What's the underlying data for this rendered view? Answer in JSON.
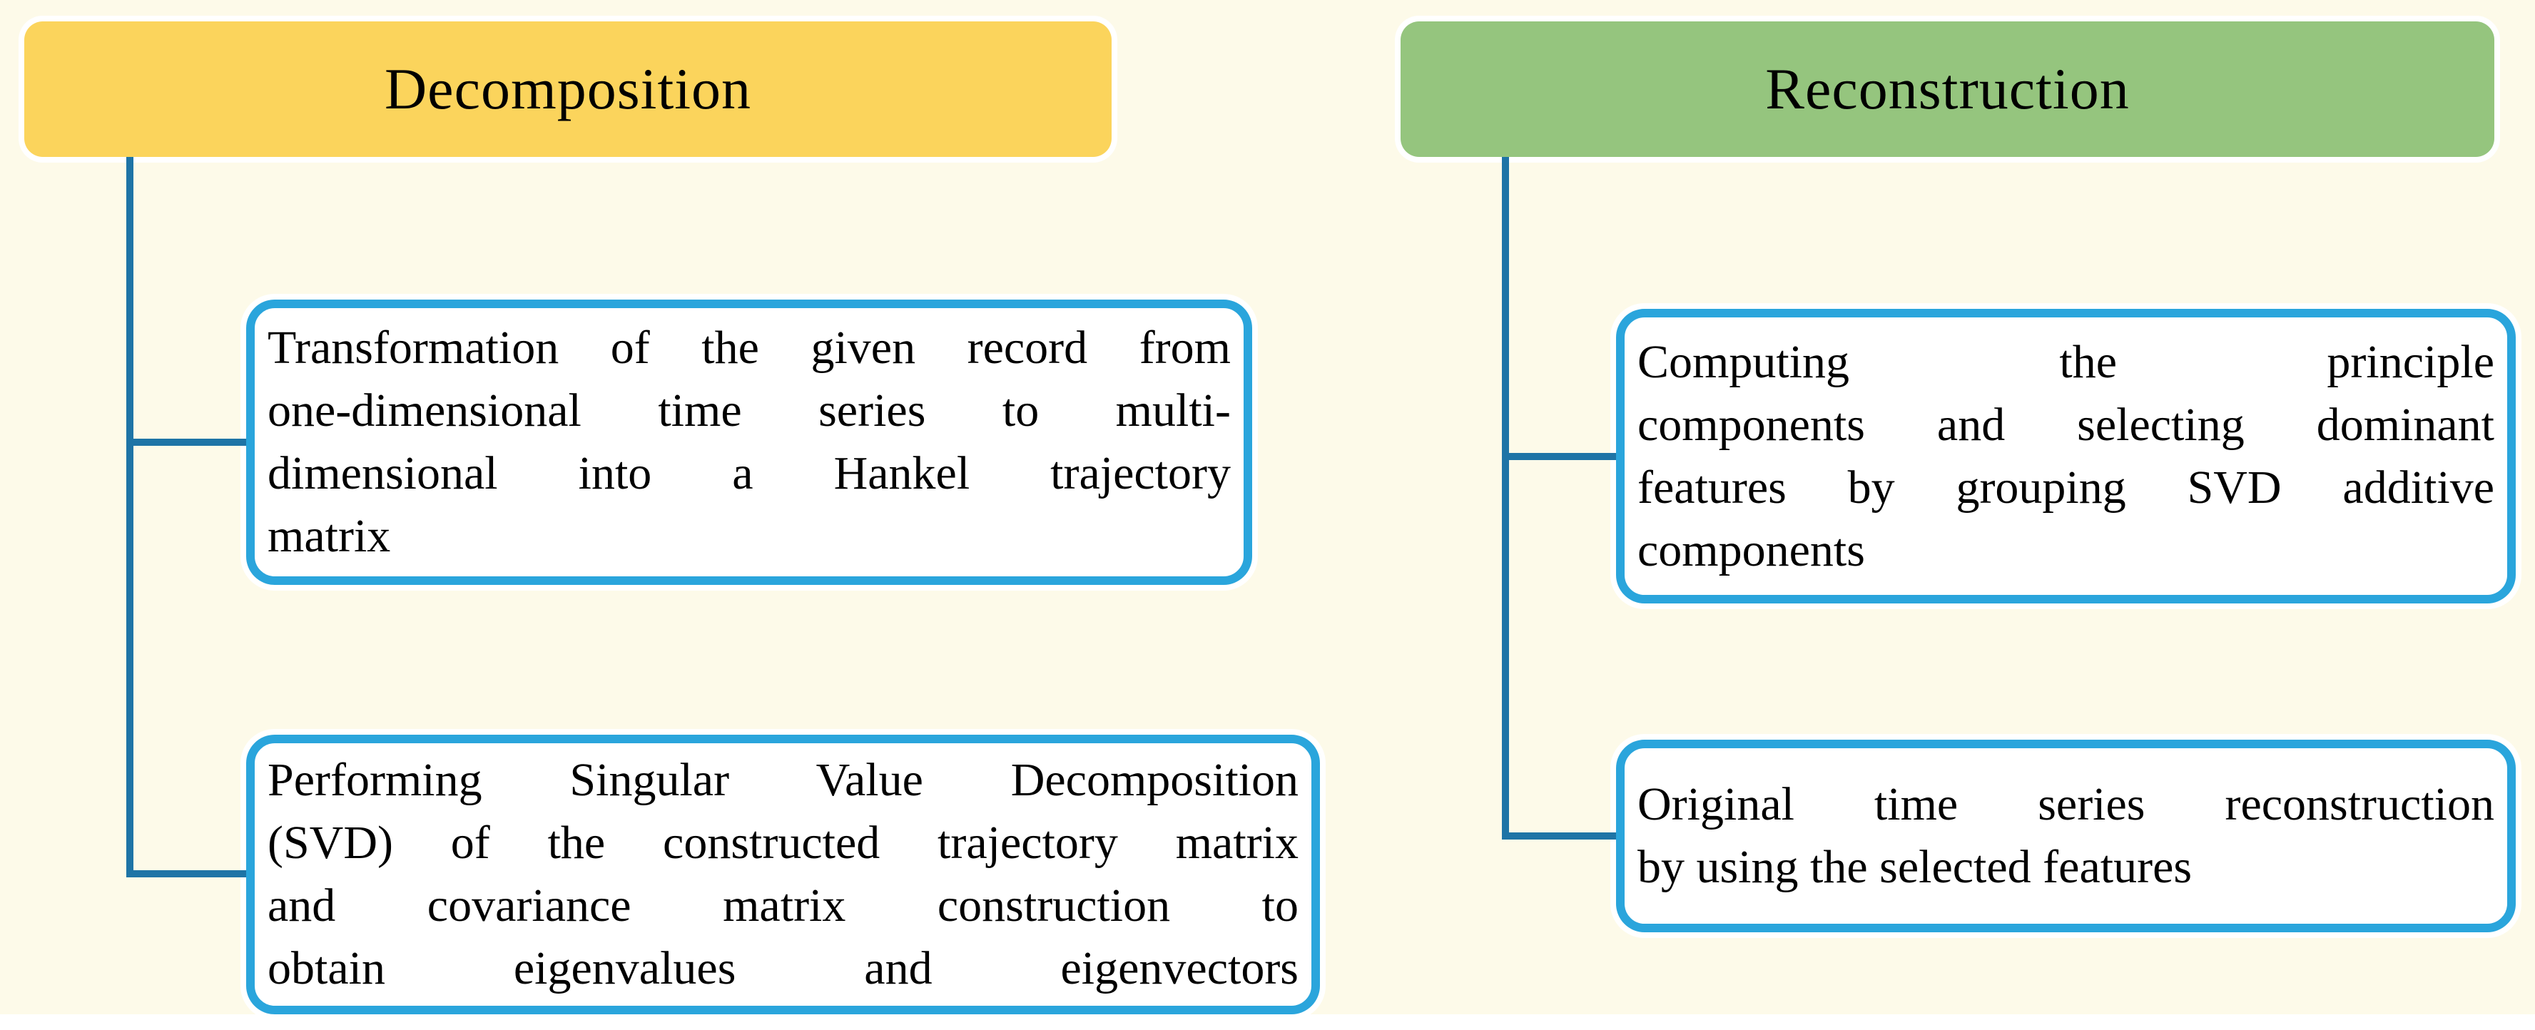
{
  "figure": {
    "left_column": {
      "header": "Decomposition",
      "boxes": [
        {
          "lines": [
            "Transformation of the given record from",
            "one-dimensional time series to multi-",
            "dimensional into a Hankel trajectory",
            "matrix"
          ]
        },
        {
          "lines": [
            "Performing Singular Value Decomposition",
            "(SVD) of the constructed trajectory matrix",
            "and covariance matrix construction to",
            "obtain eigenvalues and eigenvectors"
          ]
        }
      ]
    },
    "right_column": {
      "header": "Reconstruction",
      "boxes": [
        {
          "lines": [
            "Computing the principle",
            "components and selecting dominant",
            "features by grouping SVD additive",
            "components"
          ]
        },
        {
          "lines": [
            "Original time series reconstruction",
            "by using the selected features"
          ]
        }
      ]
    },
    "colors": {
      "background_cream": "#FDFAE9",
      "page_margin_white": "#FFFFFF",
      "header_yellow": "#FBD45C",
      "header_green": "#95C57E",
      "box_border_blue": "#2AA5DC",
      "connector_blue": "#1E74A6",
      "text": "#000000"
    }
  }
}
